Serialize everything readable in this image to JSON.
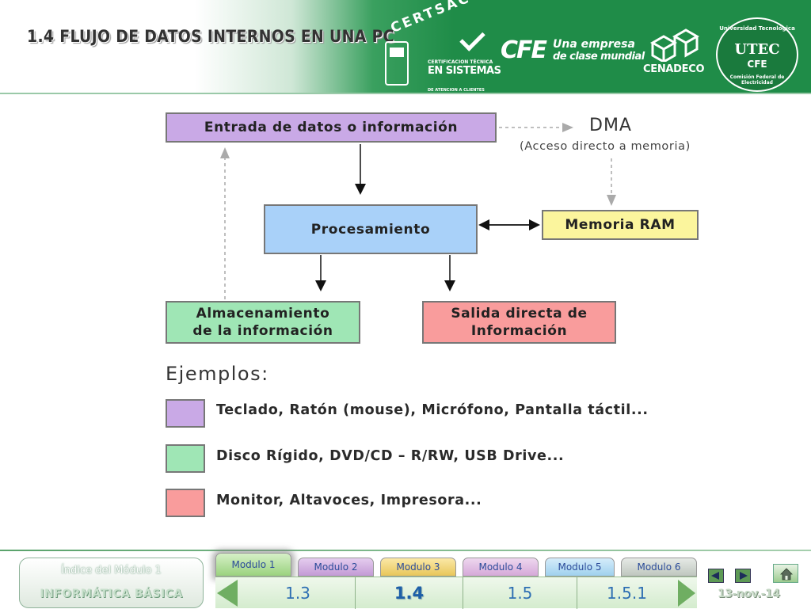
{
  "header": {
    "title": "1.4 FLUJO DE DATOS INTERNOS EN UNA PC",
    "logos": {
      "certsac": {
        "word": "CERTSAC",
        "line1": "CERTIFICACION TÉCNICA",
        "line2": "EN SISTEMAS",
        "line3": "DE ATENCION A CLIENTES"
      },
      "cfe": {
        "mark": "CFE",
        "tagline1": "Una empresa",
        "tagline2": "de clase mundial"
      },
      "cenadeco": {
        "word": "CENADECO"
      },
      "utec": {
        "top": "Universidad Tecnológica",
        "mid": "UTEC",
        "cfe": "CFE",
        "bottom": "Comisión Federal de Electricidad"
      }
    }
  },
  "diagram": {
    "entrada": "Entrada de datos o información",
    "procesamiento": "Procesamiento",
    "memoria": "Memoria RAM",
    "almacenamiento": [
      "Almacenamiento",
      "de la información"
    ],
    "salida": [
      "Salida directa de",
      "Información"
    ],
    "dma": "DMA",
    "dma_sub": "(Acceso directo a memoria)"
  },
  "examples": {
    "title": "Ejemplos:",
    "items": [
      {
        "color": "#c9a9e6",
        "text": "Teclado, Ratón (mouse), Micrófono, Pantalla táctil..."
      },
      {
        "color": "#9fe6b5",
        "text": "Disco Rígido, DVD/CD – R/RW, USB Drive..."
      },
      {
        "color": "#f99c9c",
        "text": "Monitor, Altavoces, Impresora..."
      }
    ]
  },
  "footer": {
    "index_label": "Índice del Módulo 1",
    "index_sub": "INFORMÁTICA BÁSICA",
    "tabs": [
      "Modulo 1",
      "Modulo 2",
      "Modulo 3",
      "Modulo 4",
      "Modulo 5",
      "Modulo 6"
    ],
    "nav": [
      "1.3",
      "1.4",
      "1.5",
      "1.5.1"
    ],
    "date": "13-nov.-14"
  },
  "colors": {
    "header_green": "#1f8c48",
    "entrada": "#c9a9e6",
    "procesamiento": "#a9d1f9",
    "memoria": "#fbf59d",
    "almacenamiento": "#9fe6b5",
    "salida": "#f99c9c"
  },
  "icons": [
    "check-icon",
    "kiosk-icon",
    "cubes-icon",
    "home-icon",
    "prev-arrow-icon",
    "next-arrow-icon"
  ]
}
